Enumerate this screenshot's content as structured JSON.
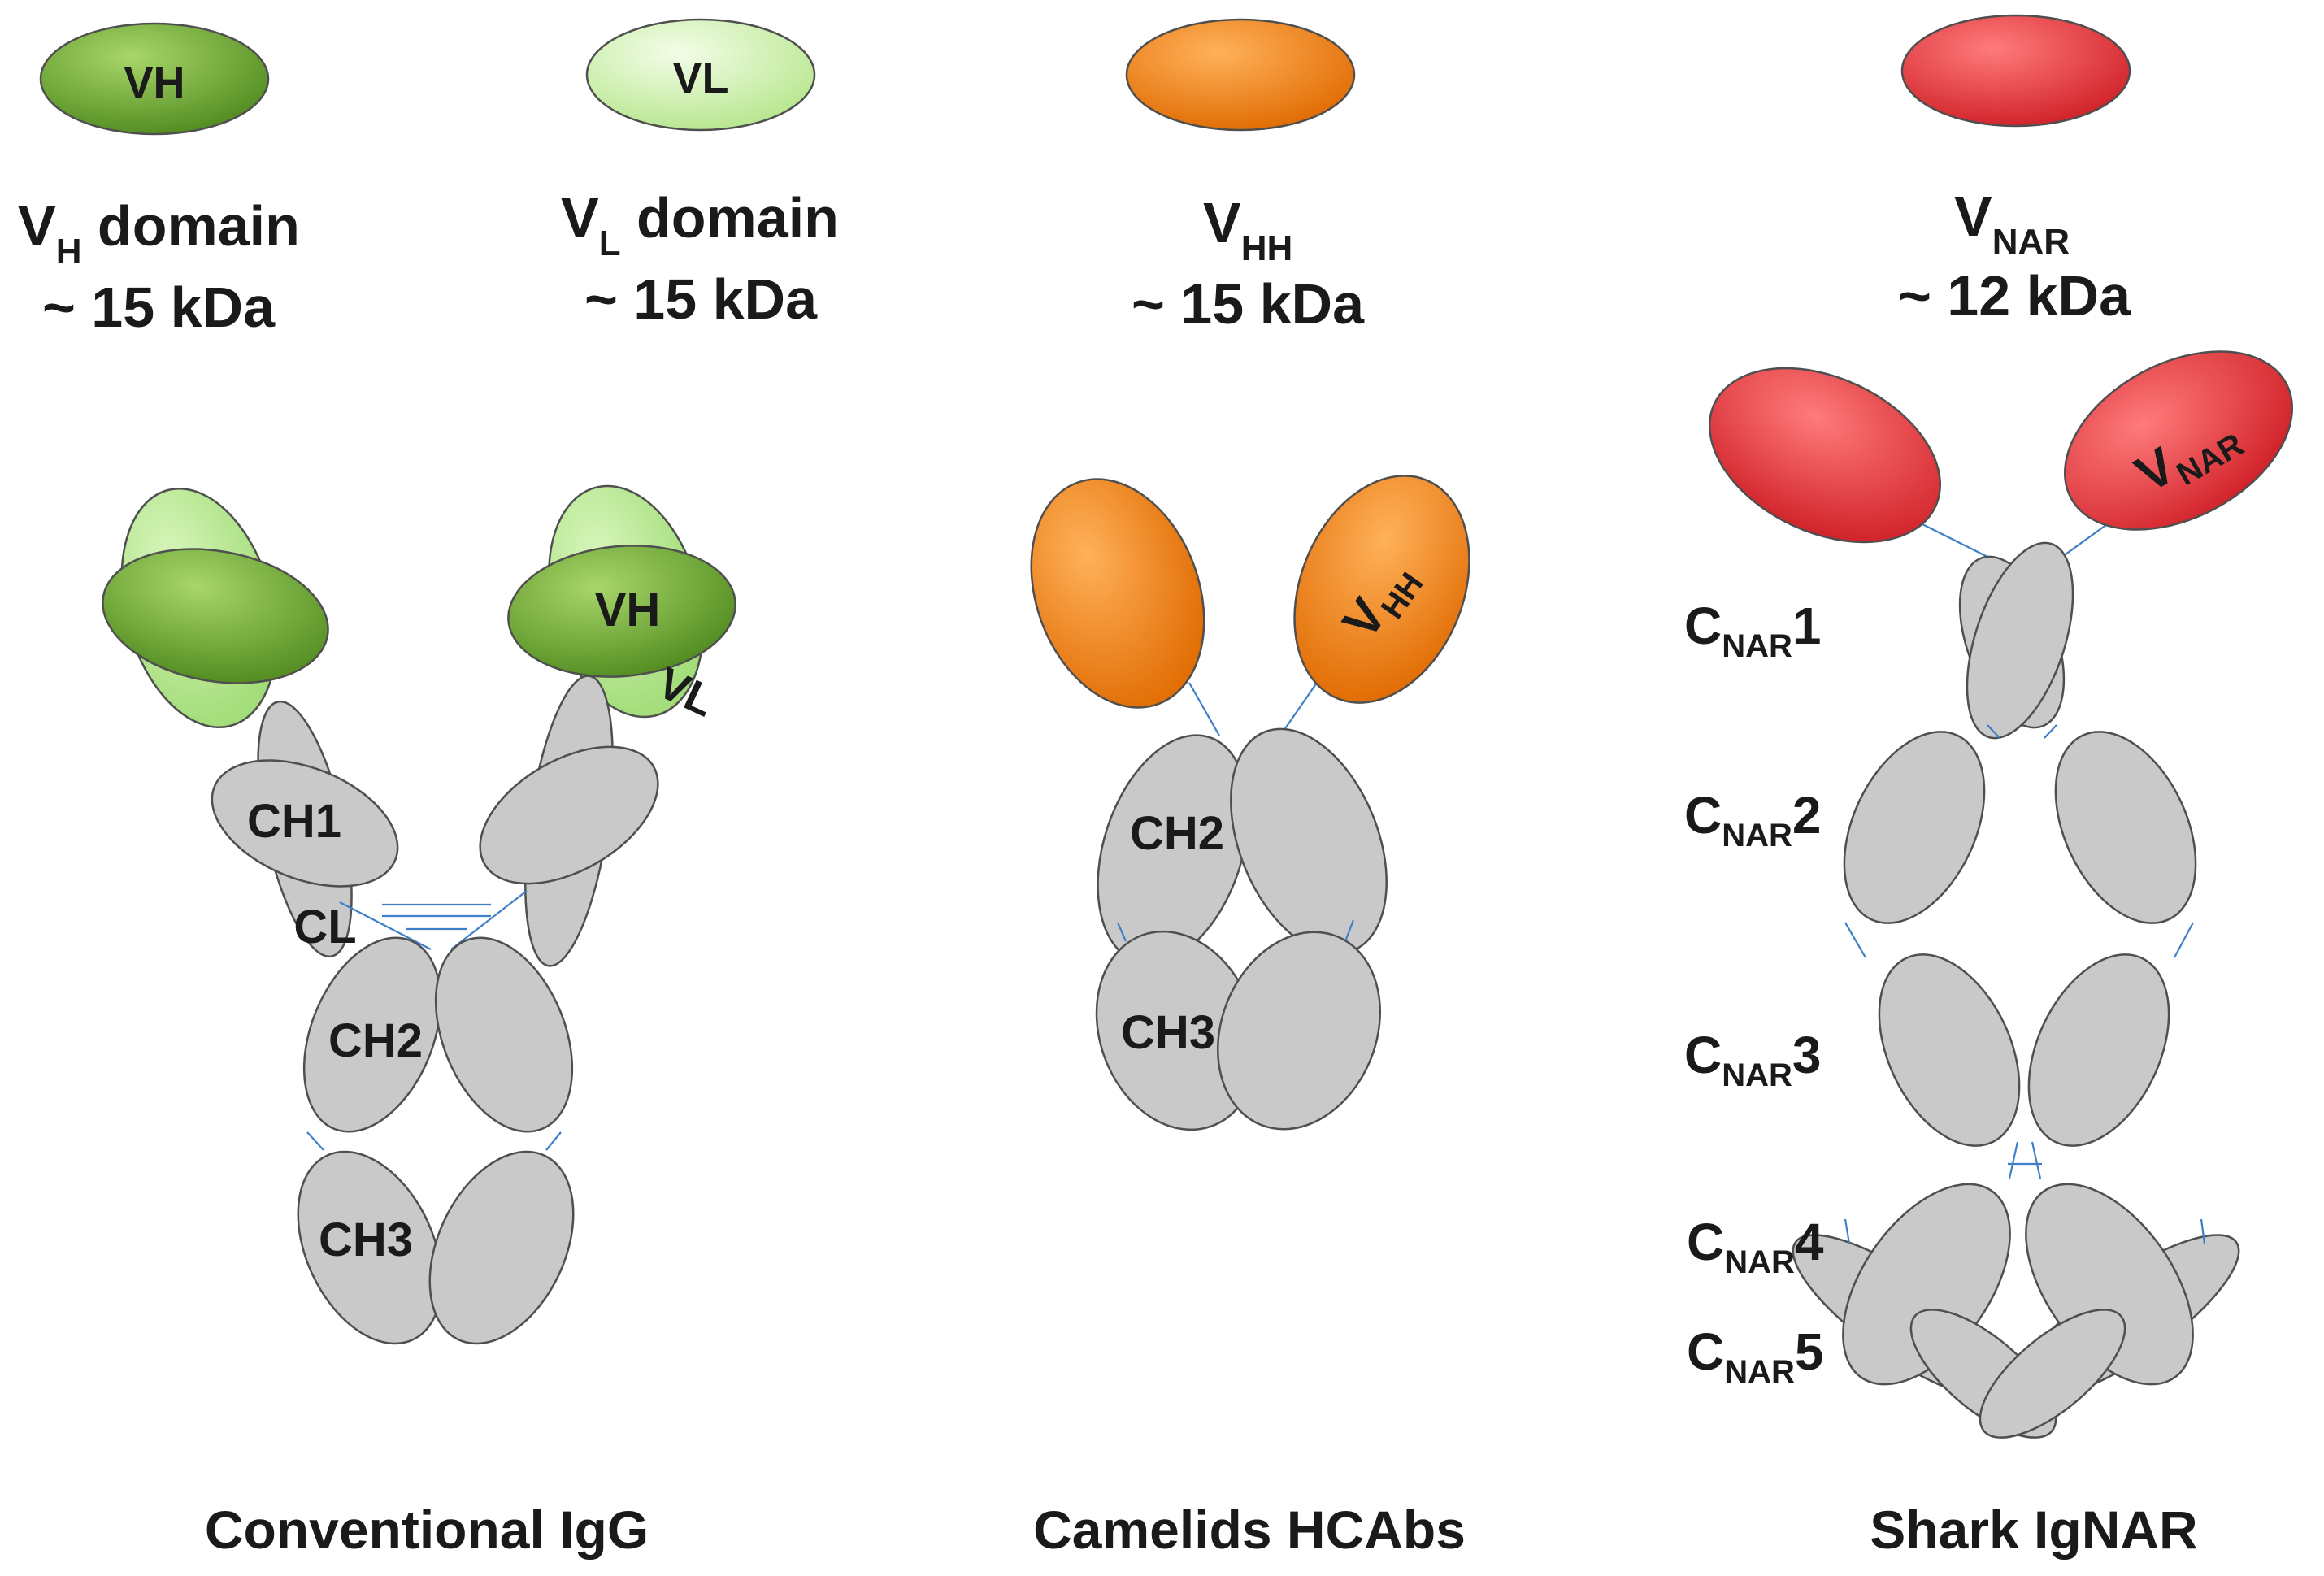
{
  "colors": {
    "vh": "#64a02c",
    "vl": "#c8f0a4",
    "vhh": "#ef7e10",
    "vnar": "#e8343a",
    "constant": "#c9c9c9",
    "link": "#3e7fc8"
  },
  "legend": {
    "vh": {
      "badge": "VH",
      "title_main": "V",
      "title_sub": "H",
      "title_rest": " domain",
      "mass": "~ 15 kDa"
    },
    "vl": {
      "badge": "VL",
      "title_main": "V",
      "title_sub": "L",
      "title_rest": " domain",
      "mass": "~ 15 kDa"
    },
    "vhh": {
      "title_main": "V",
      "title_sub": "HH",
      "mass": "~ 15 kDa"
    },
    "vnar": {
      "title_main": "V",
      "title_sub": "NAR",
      "mass": "~ 12 kDa"
    }
  },
  "igg": {
    "vh_label": "VH",
    "vl_label": "VL",
    "ch1": "CH1",
    "cl": "CL",
    "ch2": "CH2",
    "ch3": "CH3",
    "caption": "Conventional IgG"
  },
  "hcab": {
    "vhh_main": "V",
    "vhh_sub": "HH",
    "ch2": "CH2",
    "ch3": "CH3",
    "caption": "Camelids HCAbs"
  },
  "ignar": {
    "vnar_main": "V",
    "vnar_sub": "NAR",
    "domains": [
      {
        "main": "C",
        "sub": "NAR",
        "num": "1"
      },
      {
        "main": "C",
        "sub": "NAR",
        "num": "2"
      },
      {
        "main": "C",
        "sub": "NAR",
        "num": "3"
      },
      {
        "main": "C",
        "sub": "NAR",
        "num": "4"
      },
      {
        "main": "C",
        "sub": "NAR",
        "num": "5"
      }
    ],
    "caption": "Shark IgNAR"
  }
}
